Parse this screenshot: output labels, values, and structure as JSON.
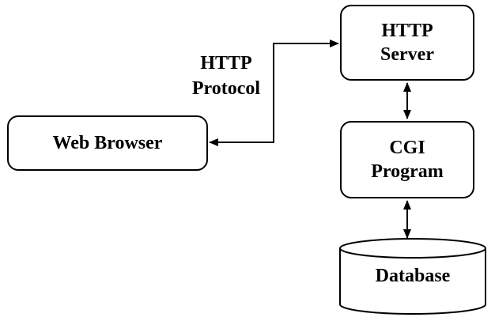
{
  "nodes": {
    "web_browser": "Web Browser",
    "http_server": "HTTP\nServer",
    "cgi_program": "CGI\nProgram",
    "database": "Database"
  },
  "edges": {
    "http_protocol_label": "HTTP\nProtocol"
  },
  "colors": {
    "stroke": "#000000",
    "fill": "#ffffff"
  }
}
